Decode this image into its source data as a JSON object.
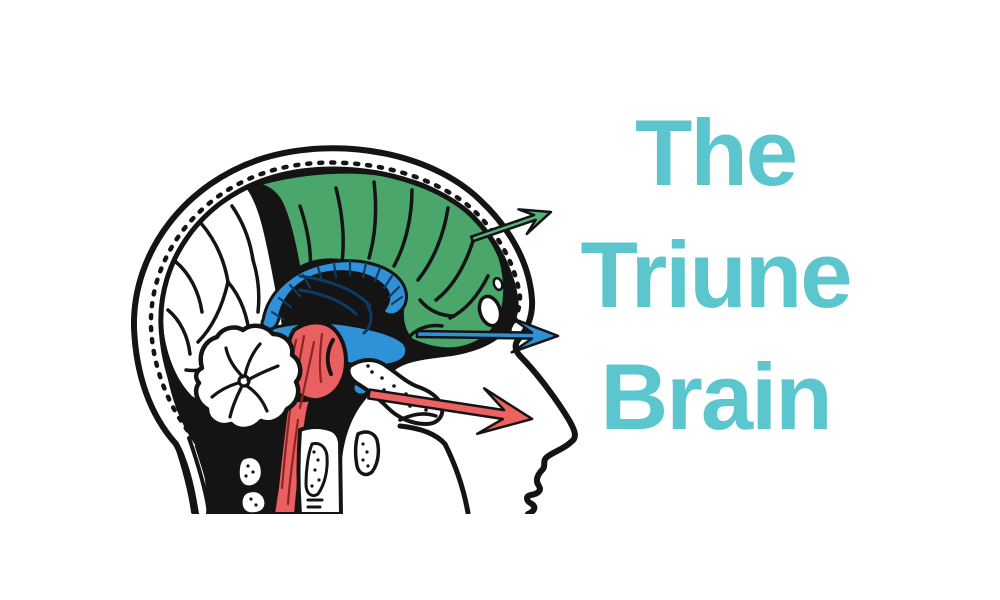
{
  "title": {
    "line1": "The",
    "line2": "Triune",
    "line3": "Brain"
  },
  "colors": {
    "title_teal": "#5cc6ce",
    "neocortex_green": "#4aa66a",
    "limbic_blue": "#2f92d6",
    "brainstem_red": "#ea5f5f",
    "arrow_green": "#55b27b",
    "arrow_blue": "#2f92d6",
    "arrow_red": "#ed6161",
    "outline_black": "#141414",
    "background": "#ffffff"
  }
}
